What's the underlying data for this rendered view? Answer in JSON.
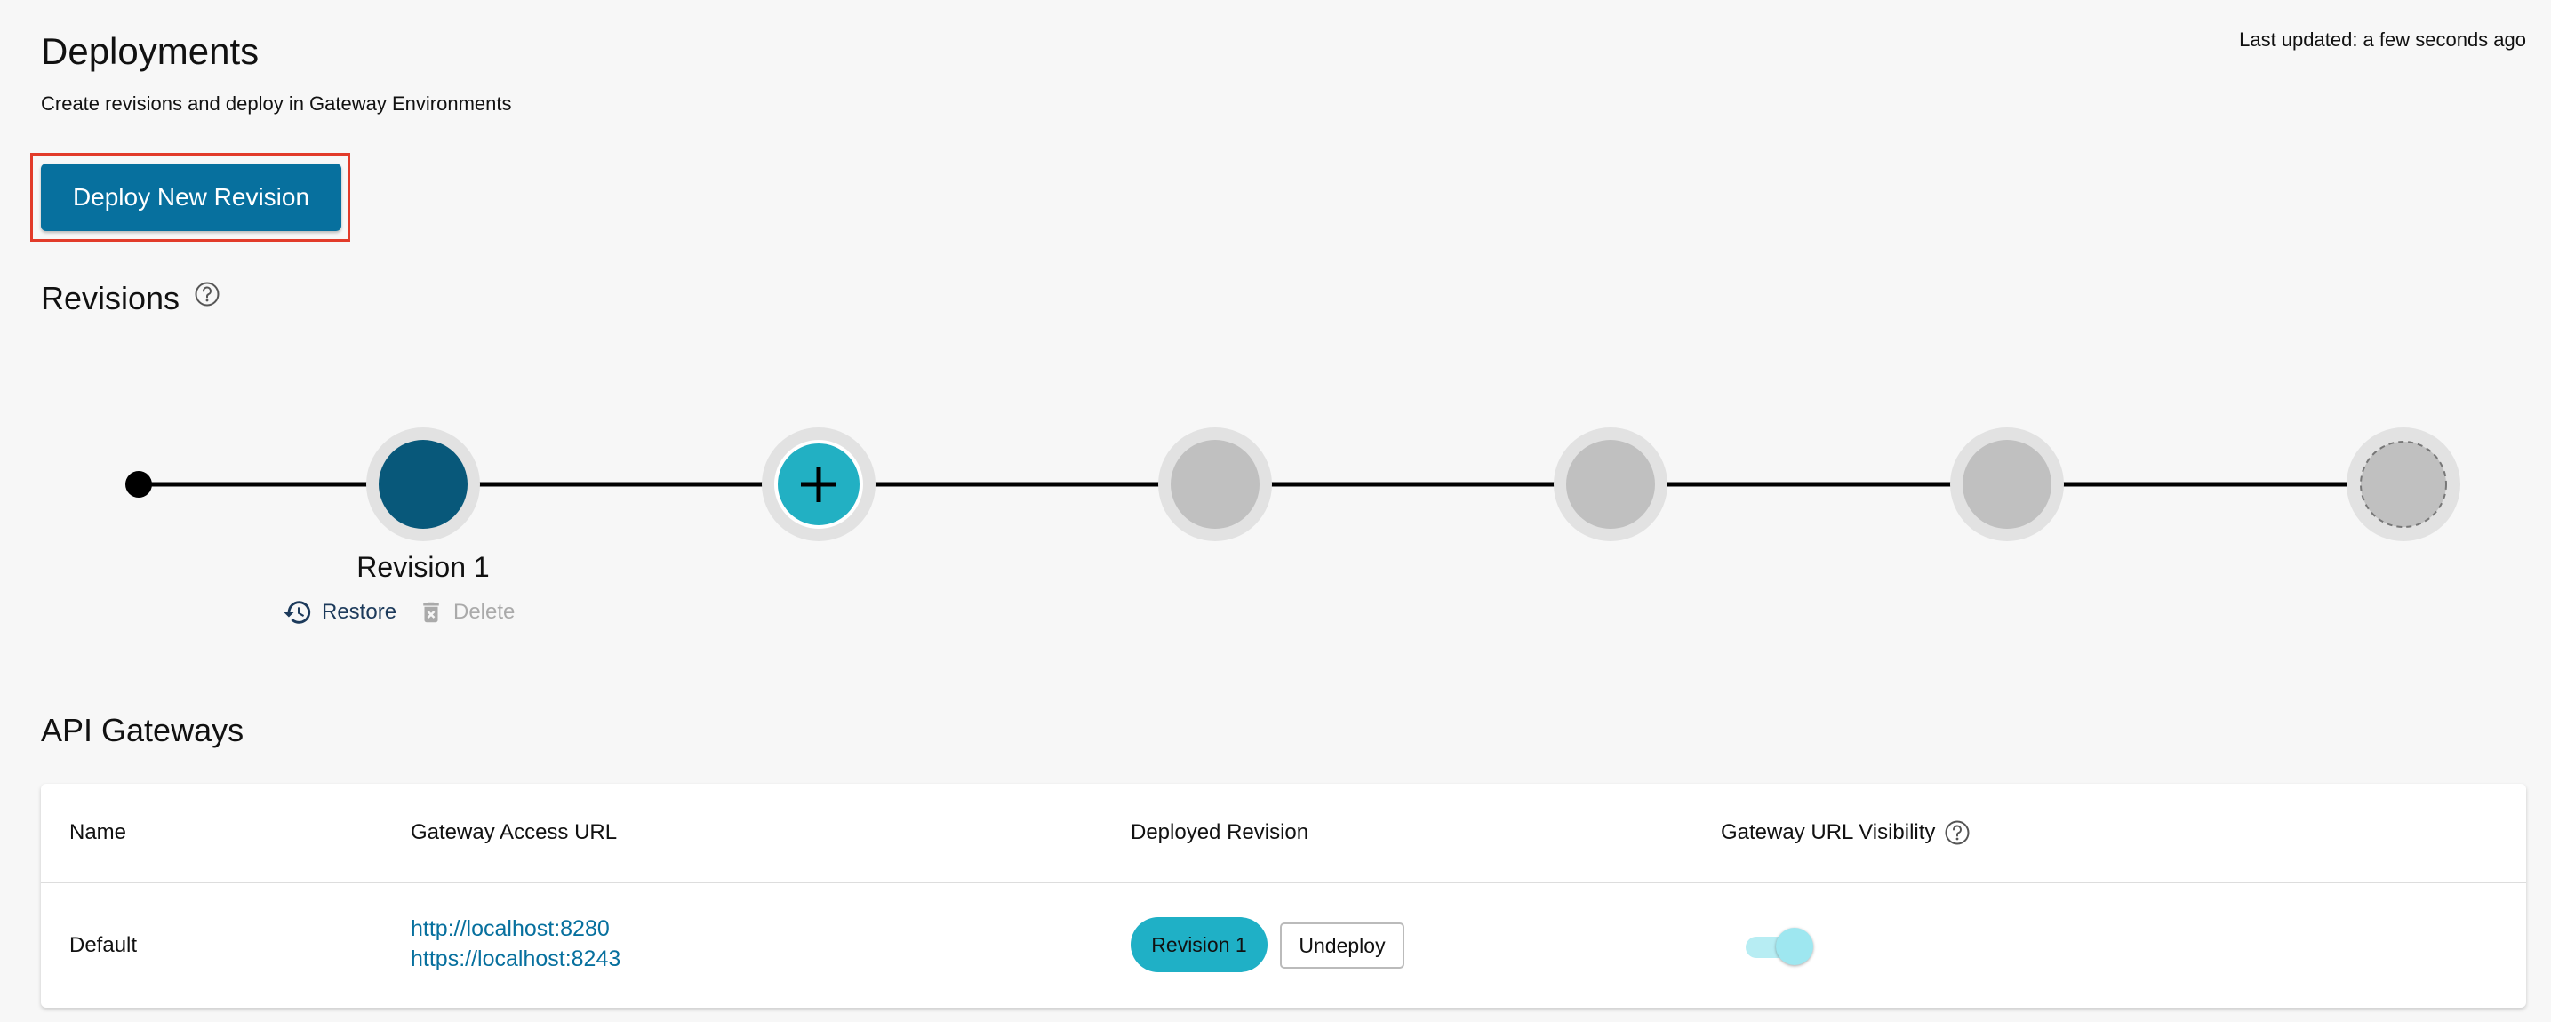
{
  "header": {
    "title": "Deployments",
    "subtitle": "Create revisions and deploy in Gateway Environments",
    "last_updated": "Last updated: a few seconds ago",
    "deploy_button_label": "Deploy New Revision"
  },
  "revisions": {
    "title": "Revisions",
    "help_icon": "help-circle-icon",
    "timeline": [
      {
        "type": "start-dot"
      },
      {
        "type": "revision",
        "label": "Revision 1",
        "state": "deployed"
      },
      {
        "type": "add",
        "state": "new"
      },
      {
        "type": "empty"
      },
      {
        "type": "empty"
      },
      {
        "type": "empty"
      },
      {
        "type": "empty-dashed"
      }
    ],
    "actions": {
      "restore_label": "Restore",
      "restore_icon": "history-icon",
      "delete_label": "Delete",
      "delete_icon": "trash-icon"
    }
  },
  "gateways": {
    "title": "API Gateways",
    "columns": {
      "name": "Name",
      "access_url": "Gateway Access URL",
      "deployed_revision": "Deployed Revision",
      "visibility": "Gateway URL Visibility"
    },
    "rows": [
      {
        "name": "Default",
        "http_url": "http://localhost:8280",
        "https_url": "https://localhost:8243",
        "revision": "Revision 1",
        "undeploy_label": "Undeploy",
        "visibility_on": true
      }
    ]
  },
  "colors": {
    "primary": "#07709e",
    "deployed_revision": "#08587a",
    "add_revision": "#22b0c3",
    "empty_revision": "#c0c0c0",
    "ring": "#e2e2e2",
    "highlight": "#e23b2a",
    "chip": "#1fb0c6"
  }
}
